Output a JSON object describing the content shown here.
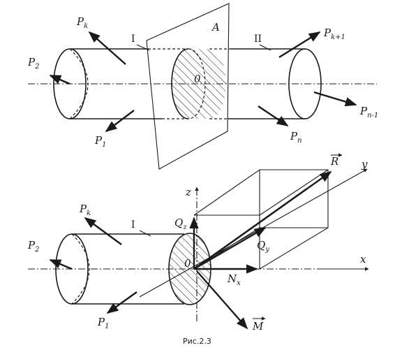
{
  "top": {
    "labels": {
      "p_k": {
        "base": "P",
        "sub": "k"
      },
      "p_k1": {
        "base": "P",
        "sub": "k+1"
      },
      "p_2": {
        "base": "P",
        "sub": "2"
      },
      "p_1": {
        "base": "P",
        "sub": "1"
      },
      "p_n": {
        "base": "P",
        "sub": "n"
      },
      "p_n1": {
        "base": "P",
        "sub": "n-1"
      },
      "part_1": "I",
      "part_2": "II",
      "plane": "A",
      "origin": "0"
    }
  },
  "bottom": {
    "labels": {
      "p_k": {
        "base": "P",
        "sub": "k"
      },
      "p_2": {
        "base": "P",
        "sub": "2"
      },
      "p_1": {
        "base": "P",
        "sub": "1"
      },
      "part_1": "I",
      "origin": "0",
      "axis_x": "x",
      "axis_y": "y",
      "axis_z": "z",
      "q_z": {
        "base": "Q",
        "sub": "z"
      },
      "q_y": {
        "base": "Q",
        "sub": "y"
      },
      "n_x": {
        "base": "N",
        "sub": "x"
      },
      "r_vec": "R",
      "m_vec": "M"
    }
  },
  "caption": "Рис.2.3"
}
